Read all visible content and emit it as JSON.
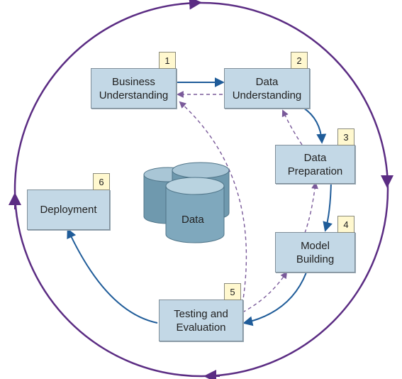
{
  "steps": [
    {
      "number": "1",
      "label": "Business\nUnderstanding"
    },
    {
      "number": "2",
      "label": "Data\nUnderstanding"
    },
    {
      "number": "3",
      "label": "Data\nPreparation"
    },
    {
      "number": "4",
      "label": "Model\nBuilding"
    },
    {
      "number": "5",
      "label": "Testing and\nEvaluation"
    },
    {
      "number": "6",
      "label": "Deployment"
    }
  ],
  "center": {
    "label": "Data"
  },
  "colors": {
    "box_fill": "#c3d8e6",
    "badge_fill": "#fff8cf",
    "solid_arrow": "#1f5c99",
    "dashed_arrow": "#7a5a9a",
    "outer_cycle": "#5b2c83",
    "cylinder": "#7fa8bd"
  }
}
